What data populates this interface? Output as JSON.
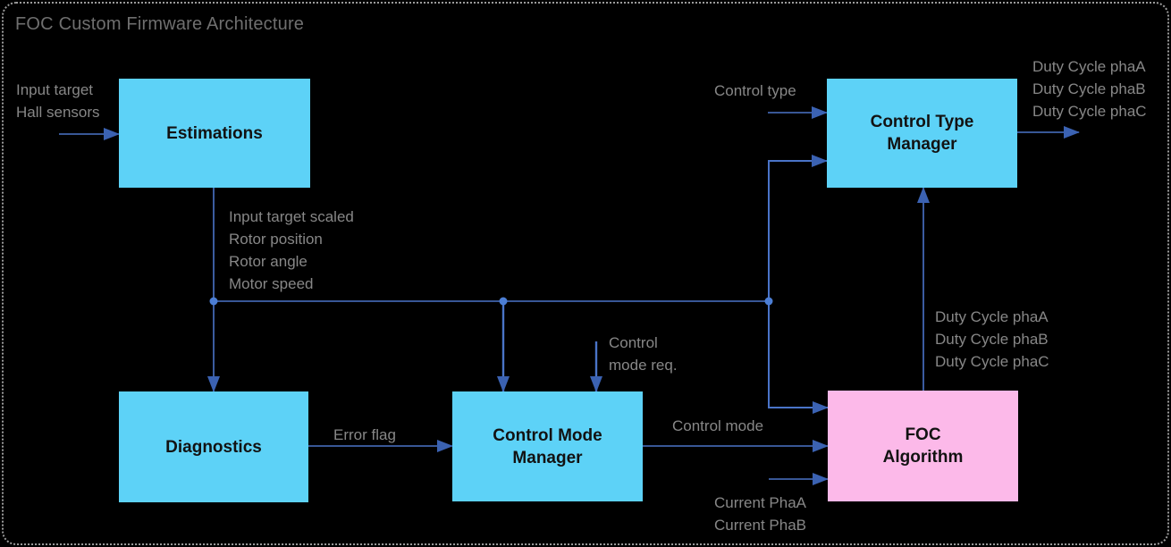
{
  "title": "FOC Custom Firmware Architecture",
  "colors": {
    "background": "#000000",
    "border": "#9b9b9b",
    "title_text": "#6f6f6f",
    "label_text": "#878787",
    "block_text": "#121212",
    "block_fill_cyan": "#5dd2f7",
    "block_fill_pink": "#fcb9e9",
    "connector_line": "#4a74c8",
    "connector_arrow": "#3b62b2",
    "junction_dot": "#4c7ed4"
  },
  "blocks": {
    "estimations": {
      "lines": [
        "Estimations"
      ]
    },
    "diagnostics": {
      "lines": [
        "Diagnostics"
      ]
    },
    "control_mode_manager": {
      "lines": [
        "Control Mode",
        "Manager"
      ]
    },
    "control_type_manager": {
      "lines": [
        "Control Type",
        "Manager"
      ]
    },
    "foc_algorithm": {
      "lines": [
        "FOC",
        "Algorithm"
      ]
    }
  },
  "labels": {
    "input_signals": [
      "Input target",
      "Hall sensors"
    ],
    "estimation_outputs": [
      "Input target scaled",
      "Rotor position",
      "Rotor angle",
      "Motor speed"
    ],
    "control_type": "Control type",
    "duty_cycle_outputs": [
      "Duty Cycle phaA",
      "Duty Cycle phaB",
      "Duty Cycle phaC"
    ],
    "duty_cycle_foc": [
      "Duty Cycle phaA",
      "Duty Cycle phaB",
      "Duty Cycle phaC"
    ],
    "control_mode_request": [
      "Control",
      "mode req."
    ],
    "control_mode": "Control mode",
    "error_flag": "Error flag",
    "current_inputs": [
      "Current PhaA",
      "Current PhaB"
    ]
  }
}
